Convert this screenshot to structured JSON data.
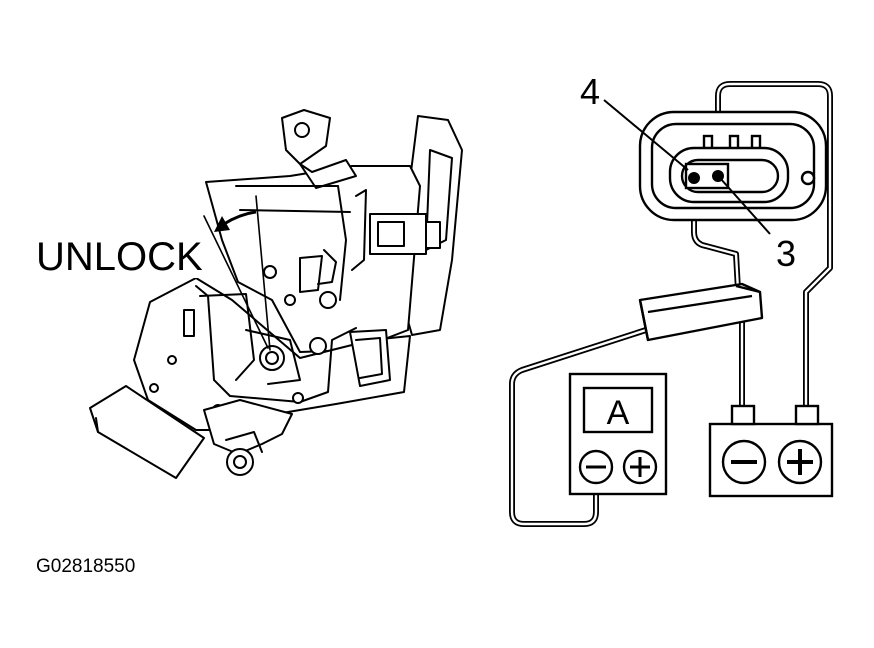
{
  "labels": {
    "unlock": "UNLOCK",
    "terminal_4": "4",
    "terminal_3": "3",
    "meter_unit": "A",
    "figure_id": "G02818550"
  },
  "icons": {
    "meter_negative": "minus-icon",
    "meter_positive": "plus-icon",
    "battery_negative": "minus-icon",
    "battery_positive": "plus-icon"
  },
  "colors": {
    "line": "#000000",
    "background": "#ffffff"
  }
}
